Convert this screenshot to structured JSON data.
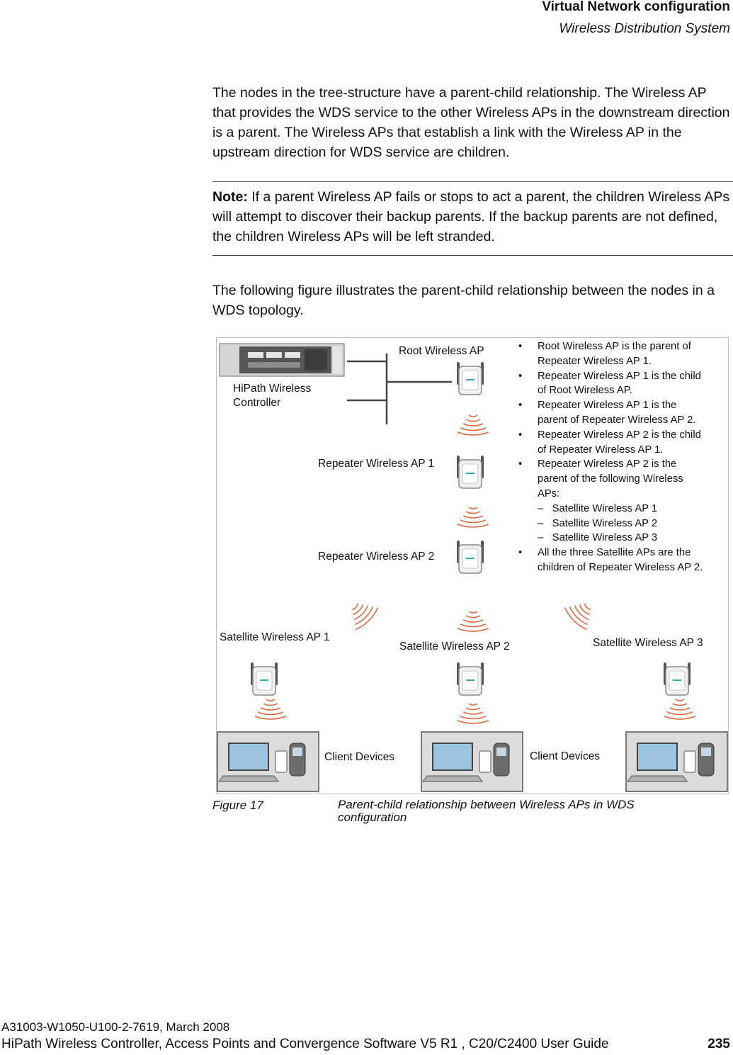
{
  "header": {
    "title": "Virtual Network configuration",
    "subtitle": "Wireless Distribution System"
  },
  "body": {
    "paragraph1": "The nodes in the tree-structure have a parent-child relationship. The Wireless AP that provides the WDS service to the other Wireless APs in the downstream direction is a parent. The Wireless APs that establish a link with the Wireless AP in the upstream direction for WDS service are children.",
    "note_label": "Note:",
    "note_text": " If a parent Wireless AP fails or stops to act a parent, the children Wireless APs will attempt to discover their backup parents. If the backup parents are not defined, the children Wireless APs will be left stranded.",
    "paragraph2": "The following figure illustrates the parent-child relationship between the nodes in a WDS topology."
  },
  "figure": {
    "labels": {
      "controller_line1": "HiPath Wireless",
      "controller_line2": "Controller",
      "root": "Root Wireless AP",
      "repeater1": "Repeater Wireless AP 1",
      "repeater2": "Repeater Wireless AP 2",
      "satellite1": "Satellite Wireless AP 1",
      "satellite2": "Satellite Wireless AP 2",
      "satellite3": "Satellite Wireless AP 3",
      "client1": "Client Devices",
      "client2": "Client Devices"
    },
    "bullets": {
      "b1a": "Root Wireless AP is the parent of",
      "b1b": "Repeater Wireless AP 1.",
      "b2a": "Repeater Wireless AP 1 is the child",
      "b2b": "of Root Wireless AP.",
      "b3a": "Repeater Wireless AP 1 is the",
      "b3b": "parent of Repeater Wireless AP 2.",
      "b4a": "Repeater Wireless AP 2 is the child",
      "b4b": "of Repeater Wireless AP 1.",
      "b5a": "Repeater Wireless AP 2 is the",
      "b5b": "parent of the following Wireless",
      "b5c": "APs:",
      "s1": "Satellite Wireless AP 1",
      "s2": "Satellite Wireless AP 2",
      "s3": "Satellite Wireless AP 3",
      "b6a": "All the three Satellite APs are the",
      "b6b": "children of Repeater Wireless AP 2."
    },
    "bullet_symbol": "•",
    "dash_symbol": "–",
    "signal_color": "#d9663a",
    "icons": [
      "controller-icon",
      "access-point-icon",
      "laptop-icon",
      "phone-icon",
      "wireless-signal-icon"
    ]
  },
  "caption": {
    "number": "Figure 17",
    "text": "Parent-child relationship between Wireless APs in WDS configuration"
  },
  "footer": {
    "doc_id": "A31003-W1050-U100-2-7619, March 2008",
    "guide": "HiPath Wireless Controller, Access Points and Convergence Software V5 R1 , C20/C2400 User Guide",
    "page": "235"
  }
}
